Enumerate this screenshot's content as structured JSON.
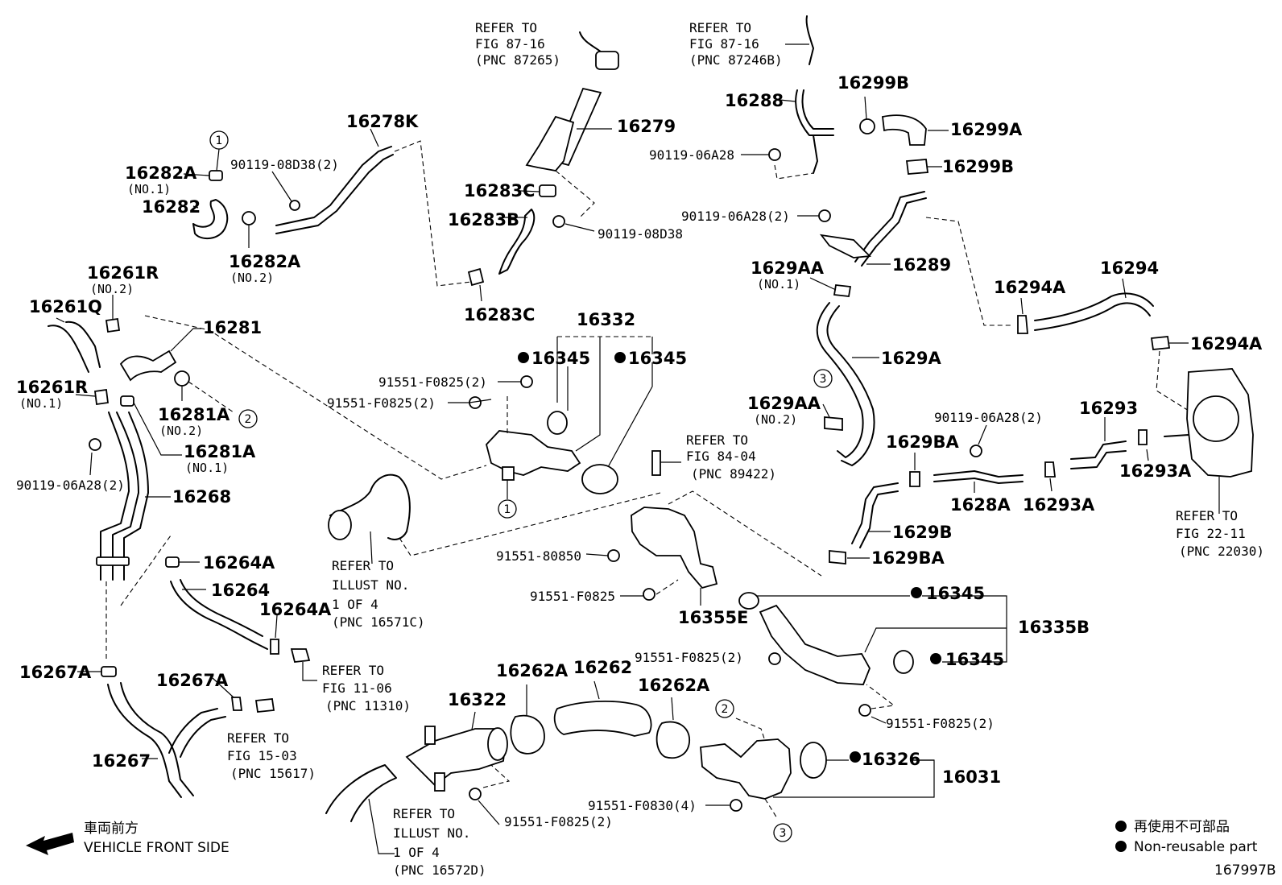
{
  "labels": {
    "p16278K": "16278K",
    "p16282A_1": "16282A",
    "p16282A_1_sub": "(NO.1)",
    "p16282": "16282",
    "p16282A_2": "16282A",
    "p16282A_2_sub": "(NO.2)",
    "b90119_08D38_2": "90119-08D38(2)",
    "p16279": "16279",
    "p16283C_1": "16283C",
    "p16283B": "16283B",
    "b90119_08D38": "90119-08D38",
    "p16283C_2": "16283C",
    "p16288": "16288",
    "p16299B_1": "16299B",
    "p16299A": "16299A",
    "b90119_06A28_a": "90119-06A28",
    "p16299B_2": "16299B",
    "b90119_06A28_2a": "90119-06A28(2)",
    "p16289": "16289",
    "p1629AA_1": "1629AA",
    "p1629AA_1_sub": "(NO.1)",
    "p16294A_1": "16294A",
    "p16294": "16294",
    "p16294A_2": "16294A",
    "p1629A": "1629A",
    "p1629AA_2": "1629AA",
    "p1629AA_2_sub": "(NO.2)",
    "b90119_06A28_2b": "90119-06A28(2)",
    "p16293": "16293",
    "p1629BA_1": "1629BA",
    "p1628A": "1628A",
    "p16293A_1": "16293A",
    "p16293A_2": "16293A",
    "p1629B": "1629B",
    "p1629BA_2": "1629BA",
    "p16261R_2": "16261R",
    "p16261R_2_sub": "(NO.2)",
    "p16261Q": "16261Q",
    "p16281": "16281",
    "p16261R_1": "16261R",
    "p16261R_1_sub": "(NO.1)",
    "p16281A_2": "16281A",
    "p16281A_2_sub": "(NO.2)",
    "p16281A_1": "16281A",
    "p16281A_1_sub": "(NO.1)",
    "b90119_06A28_2c": "90119-06A28(2)",
    "p16268": "16268",
    "p16264A_1": "16264A",
    "p16264": "16264",
    "p16264A_2": "16264A",
    "p16267A_1": "16267A",
    "p16267A_2": "16267A",
    "p16267": "16267",
    "p16332": "16332",
    "p16345_1": "16345",
    "p16345_2": "16345",
    "b91551_F0825_2a": "91551-F0825(2)",
    "b91551_F0825_2b": "91551-F0825(2)",
    "b91551_80850": "91551-80850",
    "b91551_F0825": "91551-F0825",
    "p16355E": "16355E",
    "p16345_3": "16345",
    "p16335B": "16335B",
    "p16345_4": "16345",
    "b91551_F0825_2c": "91551-F0825(2)",
    "b91551_F0825_2d": "91551-F0825(2)",
    "p16322": "16322",
    "p16262A_1": "16262A",
    "p16262": "16262",
    "p16262A_2": "16262A",
    "b91551_F0825_2e": "91551-F0825(2)",
    "p16326": "16326",
    "p16031": "16031",
    "b91551_F0830_4": "91551-F0830(4)"
  },
  "refs": {
    "r87265": [
      "REFER TO",
      "FIG 87-16",
      "(PNC 87265)"
    ],
    "r87246B": [
      "REFER TO",
      "FIG 87-16",
      "(PNC 87246B)"
    ],
    "r89422": [
      "REFER TO",
      "FIG 84-04",
      "(PNC 89422)"
    ],
    "r16571C": [
      "REFER TO",
      "ILLUST NO.",
      "1 OF 4",
      "(PNC 16571C)"
    ],
    "r11310": [
      "REFER TO",
      "FIG 11-06",
      "(PNC 11310)"
    ],
    "r15617": [
      "REFER TO",
      "FIG 15-03",
      "(PNC 15617)"
    ],
    "r16572D": [
      "REFER TO",
      "ILLUST NO.",
      "1 OF 4",
      "(PNC 16572D)"
    ],
    "r22030": [
      "REFER TO",
      "FIG 22-11",
      "(PNC 22030)"
    ]
  },
  "markers": {
    "m1a": "1",
    "m1b": "1",
    "m2a": "2",
    "m2b": "2",
    "m3a": "3",
    "m3b": "3"
  },
  "direction": {
    "jp": "車両前方",
    "en": "VEHICLE FRONT SIDE"
  },
  "legend": {
    "jp": "再使用不可部品",
    "en": "Non-reusable part"
  },
  "figure_id": "167997B"
}
